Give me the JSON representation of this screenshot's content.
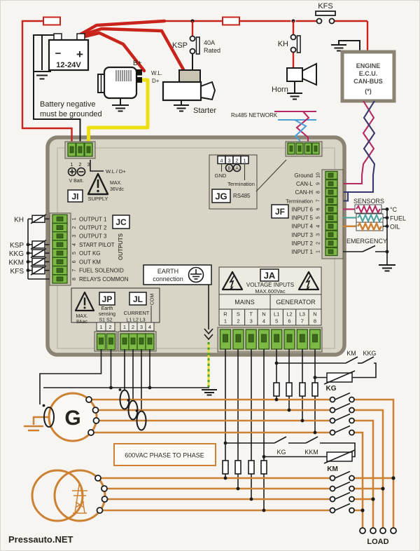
{
  "colors": {
    "red": "#c9241c",
    "yellow": "#eedf12",
    "orange": "#cd8133",
    "crimson": "#b52a62",
    "navy": "#39386e",
    "blue": "#4a9fd4",
    "teal": "#4ba39f",
    "panel_fill": "#d8d4c6",
    "panel_border": "#8b8373",
    "terminal_green": "#7cba45",
    "surround_gray": "#c9c3b2",
    "brand_blue": "#2d6db5",
    "bg": "#f6f5f2"
  },
  "top": {
    "kfs_label": "KFS",
    "kh_label": "KH",
    "ksp_label": "KSP",
    "fuse_rating_1": "40A",
    "fuse_rating_2": "Rated",
    "horn_label": "Horn",
    "starter_label": "Starter",
    "battery": {
      "voltage": "12-24V",
      "minus": "−",
      "plus": "+"
    },
    "battery_note_1": "Battery negative",
    "battery_note_2": "must  be grounded",
    "alternator": {
      "bplus": "B+",
      "wl": "W.L.",
      "dplus": "D+"
    },
    "ecu": [
      "ENGINE",
      "E.C.U.",
      "CAN-BUS",
      "(*)"
    ],
    "rs485_network": "Rs485 NETWORK"
  },
  "controller": {
    "supply": {
      "terminal_numbers": [
        "1",
        "2",
        "3"
      ],
      "vbatt": "V Batt.",
      "wl_dp": "W.L / D+",
      "ji": "JI",
      "max_1": "MAX.",
      "max_2": "36Vdc",
      "supply": "SUPPLY"
    },
    "outputs": {
      "jc": "JC",
      "group": "OUTPUTS",
      "numbers": [
        "1",
        "2",
        "3",
        "4",
        "5",
        "6",
        "7",
        "8"
      ],
      "labels": [
        "OUTPUT 1",
        "OUTPUT 2",
        "OUTPUT 3",
        "START PILOT",
        "OUT KG",
        "OUT KM",
        "FUEL SOLENOID",
        "RELAYS COMMON"
      ]
    },
    "rs485": {
      "numbers": [
        "4",
        "3",
        "2",
        "1"
      ],
      "b": "B",
      "a": "A",
      "gnd": "GND",
      "termination": "Termination",
      "jg": "JG",
      "name": "RS485"
    },
    "inputs": {
      "jf": "JF",
      "numbers": [
        "10",
        "9",
        "8",
        "7",
        "6",
        "5",
        "4",
        "3",
        "2",
        "1"
      ],
      "labels": [
        "Ground",
        "CAN-L",
        "CAN-H",
        "Termination",
        "INPUT 6",
        "INPUT 5",
        "INPUT 4",
        "INPUT 3",
        "INPUT 2",
        "INPUT 1"
      ]
    },
    "earth_box": [
      "EARTH",
      "connection"
    ],
    "voltage": {
      "ja": "JA",
      "title": "VOLTAGE INPUTS",
      "max": "MAX.600Vac",
      "mains": "MAINS",
      "generator": "GENERATOR",
      "letters": [
        "R",
        "S",
        "T",
        "N",
        "L1",
        "L2",
        "L3",
        "N"
      ],
      "numbers": [
        "1",
        "2",
        "3",
        "4",
        "5",
        "6",
        "7",
        "8"
      ]
    },
    "measure": {
      "warn_max_1": "MAX.",
      "warn_max_2": "8Aac",
      "jp": "JP",
      "earth_1": "Earth",
      "earth_2": "sensing",
      "s1s2": "S1 S2",
      "sp_numbers": [
        "1",
        "2"
      ],
      "jl": "JL",
      "current": "CURRENT",
      "l123": "L1 L2 L3",
      "numbers": [
        "1",
        "2",
        "3",
        "4"
      ],
      "com": "COM"
    }
  },
  "relays": {
    "labels": [
      "KH",
      "KSP",
      "KKG",
      "KKM",
      "KFS"
    ]
  },
  "sensors": {
    "title": "SENSORS",
    "rows": [
      "°C",
      "FUEL",
      "OIL"
    ],
    "emergency": "EMERGENCY"
  },
  "power": {
    "generator_letter": "G",
    "km": "KM",
    "kkg": "KKG",
    "kg_coil": "KG",
    "kg": "KG",
    "kkm": "KKM",
    "km_coil": "KM",
    "phase_note": "600VAC PHASE TO PHASE",
    "load": "LOAD"
  },
  "footer": {
    "brand": "Pressauto.NET"
  }
}
